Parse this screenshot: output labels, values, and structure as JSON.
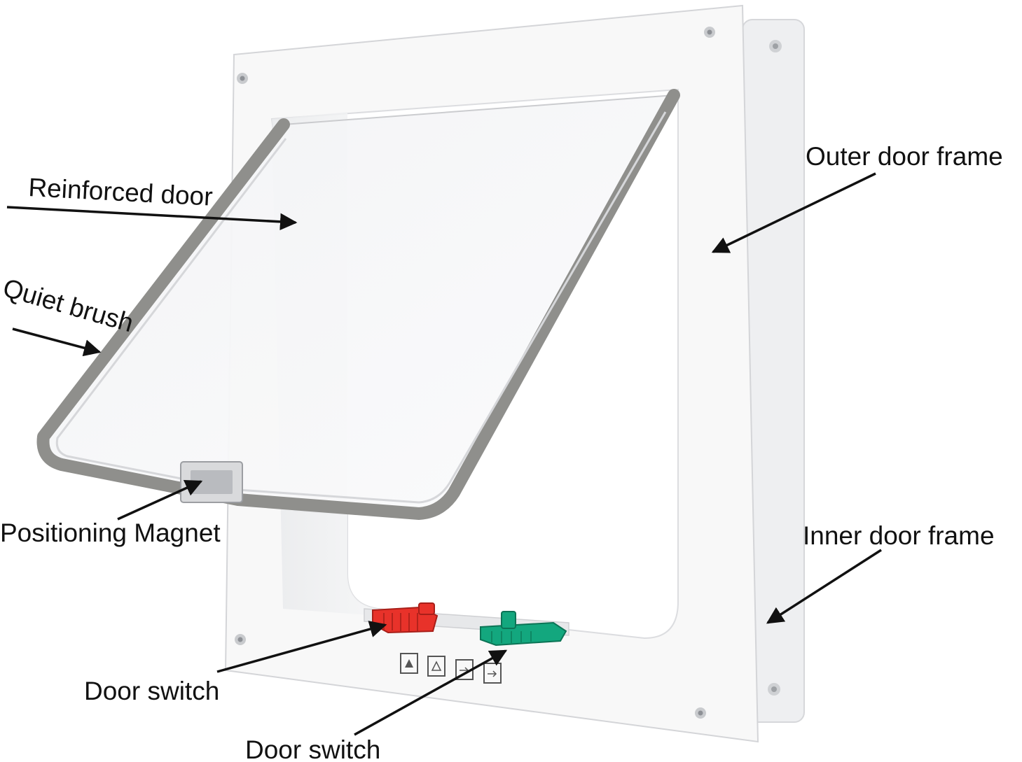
{
  "labels": {
    "reinforced_door": "Reinforced door",
    "quiet_brush": "Quiet brush",
    "positioning_magnet": "Positioning Magnet",
    "door_switch_1": "Door switch",
    "door_switch_2": "Door switch",
    "outer_door_frame": "Outer door frame",
    "inner_door_frame": "Inner door frame"
  },
  "colors": {
    "frame_white": "#f7f7f7",
    "frame_edge": "#d9dadc",
    "brush_gray": "#8f8f8c",
    "switch_red": "#e8322a",
    "switch_green": "#13a77e",
    "arrow": "#111111"
  },
  "icons": {
    "mode_icons": [
      "lock-in-icon",
      "lock-out-icon",
      "in-only-icon",
      "out-only-icon"
    ]
  }
}
